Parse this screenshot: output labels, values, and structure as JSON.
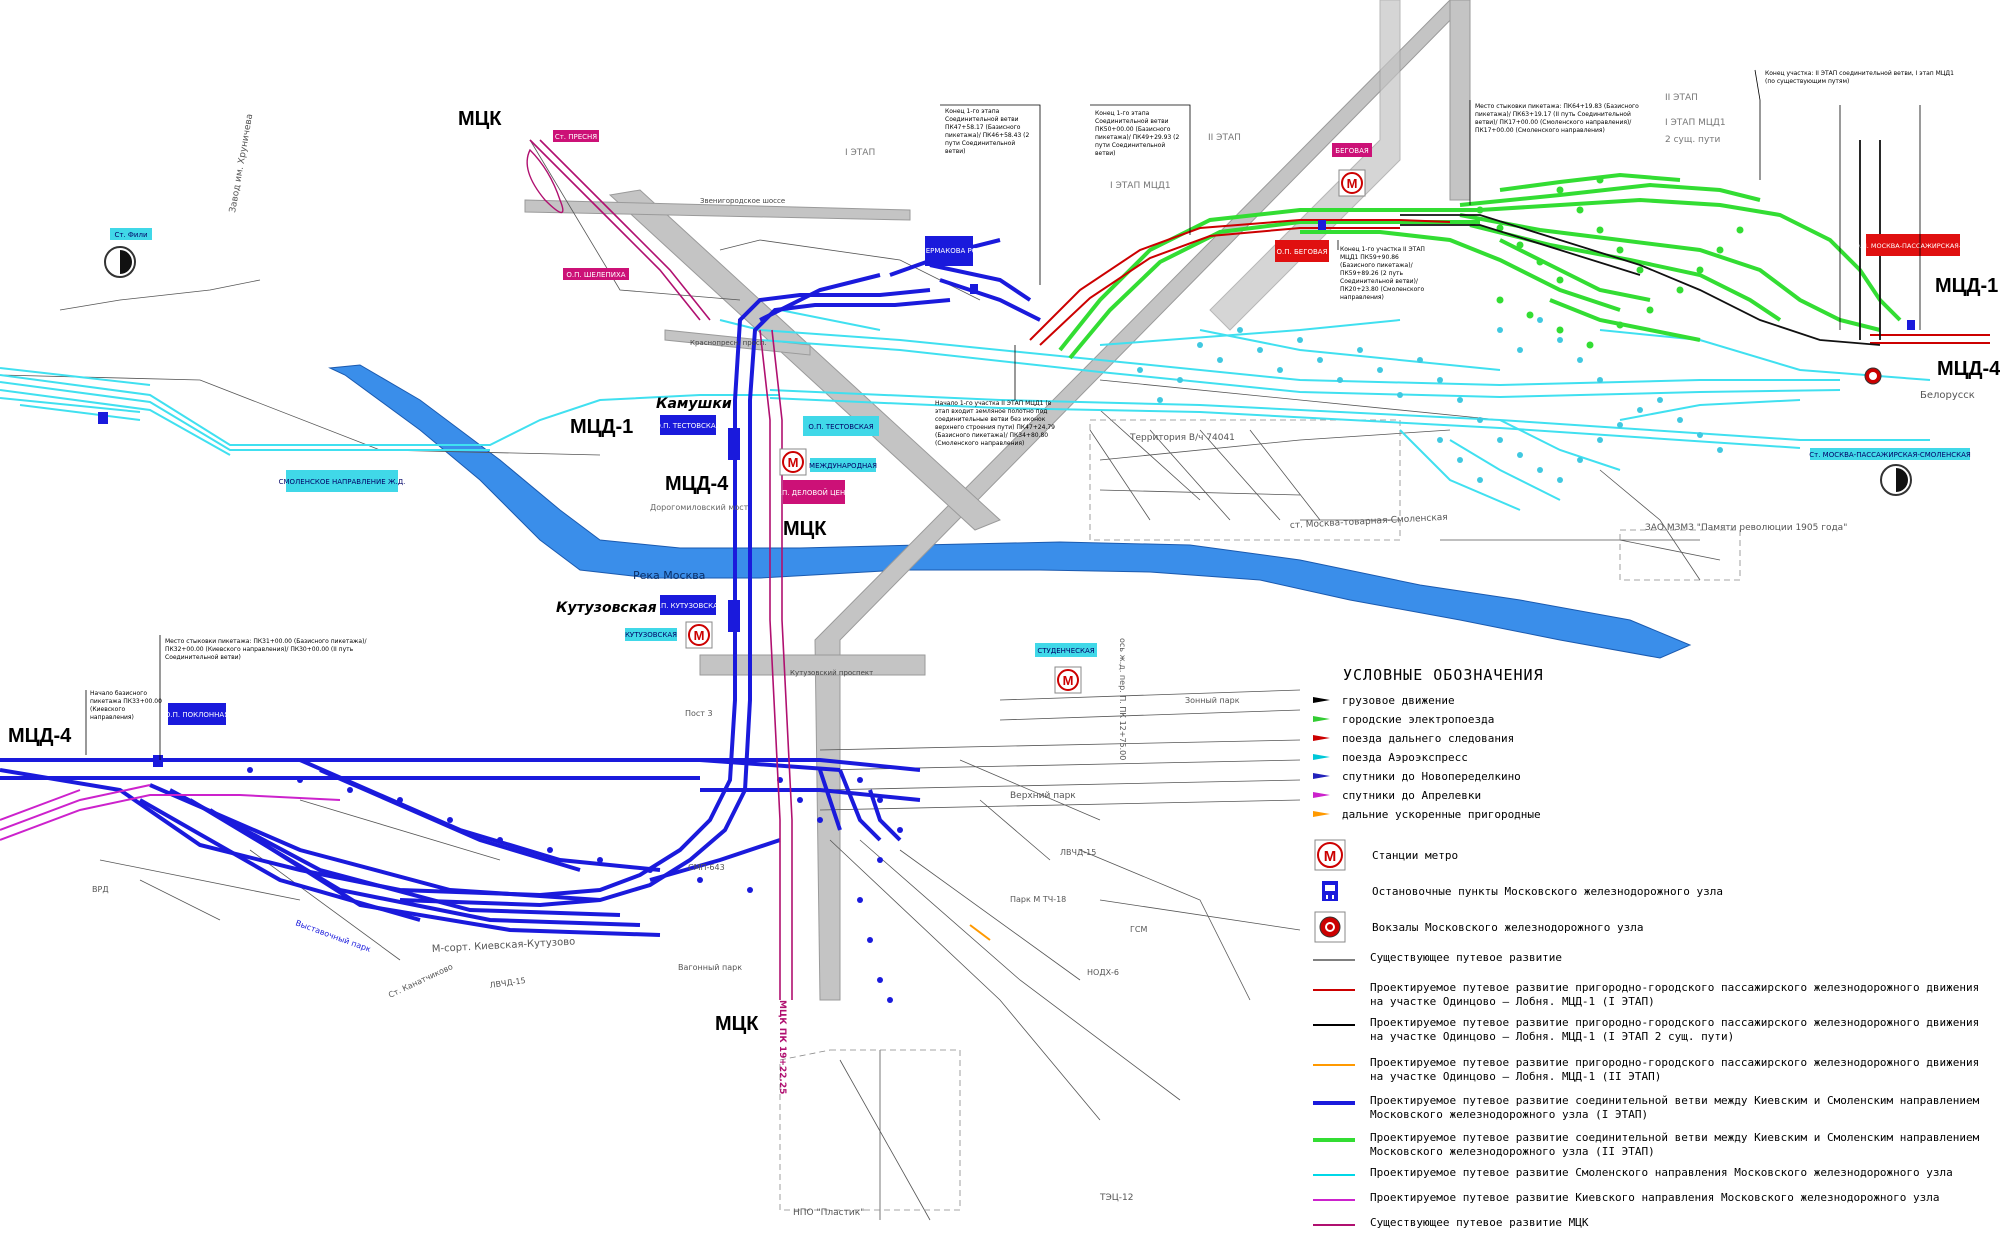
{
  "route_labels": {
    "mcd1_left": "МЦД-1",
    "mcd1_right": "МЦД-1",
    "mcd4_left": "МЦД-4",
    "mcd4_center": "МЦД-4",
    "mcd4_right": "МЦД-4",
    "mck_top": "МЦК",
    "mck_center": "МЦК",
    "mck_bottom": "МЦК"
  },
  "place_labels": {
    "kamushki": "Камушки",
    "kutuzovskaya": "Кутузовская",
    "reka": "Река Москва",
    "dorogomilovsky": "Дорогомиловский мост",
    "territoriya": "Территория В/ч 74041",
    "moskva_tovarnaya": "ст. Москва-товарная-Смоленская",
    "kievskaya_kutuzovo": "М-сорт. Киевская-Кутузово",
    "npo": "НПО \"Пластик\"",
    "tec": "ТЭЦ-12",
    "zmzm": "ЗАО МЗМЗ \"Памяти революции 1905 года\"",
    "belorusskaya": "Белорусск",
    "zavod": "Завод им. Хруничева",
    "mck_pk": "МЦК ПК 19+22.25",
    "etap1": "I ЭТАП",
    "etap2": "II ЭТАП",
    "etap1_mcd1": "I ЭТАП МЦД1",
    "etap2_top": "II ЭТАП",
    "etap1_top_right": "I ЭТАП МЦД1",
    "two_paths": "2 сущ. пути",
    "verkhniy_park": "Верхний парк",
    "zonnyy_park": "Зонный парк",
    "vagonnyy_park": "Вагонный парк",
    "lvchd15": "ЛВЧД-15",
    "lvchd15b": "ЛВЧД-15",
    "smp": "СМП-643",
    "nodkh": "НОДХ-6",
    "gsm": "ГСМ",
    "park_m": "Парк М ТЧ-18",
    "post": "Пост 3",
    "vrd": "ВРД",
    "vystavochnyy": "Выставочный парк",
    "kanatchikovo": "Ст. Канатчиково",
    "pk12": "ось ж.д. пер. П. ПК 12+75.00"
  },
  "stations": {
    "presnya": "Ст. ПРЕСНЯ",
    "shelepikha": "О.П. ШЕЛЕПИХА",
    "fili": "Ст. Фили",
    "smolenskoe": "СМОЛЕНСКОЕ НАПРАВЛЕНИЕ Ж.Д.",
    "ermakova": "О.П. ЕРМАКОВА РОЩА",
    "testovskaya": "О.П. ТЕСТОВСКАЯ",
    "mezhdunarodnaya": "МЕЖДУНАРОДНАЯ",
    "delovoy": "О.П. ДЕЛОВОЙ ЦЕНТР",
    "begovaya_m": "БЕГОВАЯ",
    "begovaya": "О.П. БЕГОВАЯ",
    "moskva_pass": "О.П. МОСКВА-ПАССАЖИРСКАЯ-СМ",
    "ms_pass_smol": "Ст. МОСКВА-ПАССАЖИРСКАЯ-СМОЛЕНСКАЯ",
    "kutuzovskaya": "КУТУЗОВСКАЯ",
    "studencheskaya": "СТУДЕНЧЕСКАЯ",
    "poklonnaya": "О.П. ПОКЛОННАЯ",
    "kamushki_op": "О.П. ТЕСТОВСКАЯ",
    "kutuz_op": "О.П. КУТУЗОВСКАЯ"
  },
  "notes": {
    "n1": "Конец 1-го этапа Соединительной ветви ПК47+58.17 (Базисного пикетажа)/ ПК46+58.43 (2 пути Соединительной ветви)",
    "n2": "Конец 1-го этапа Соединительной ветви ПК50+00.00 (Базисного пикетажа)/ ПК49+29.93 (2 пути Соединительной ветви)",
    "n3": "Место стыковки пикетажа: ПК64+19.83 (Базисного пикетажа)/ ПК63+19.17 (II путь Соединительной ветви)/ ПК17+00.00 (Смоленского направления)/ ПК17+00.00 (Смоленского направления)",
    "n4": "Конец участка: II ЭТАП соединительной ветви, I этап МЦД1 (по существующим путям)",
    "n5": "Начало 1-го участка II ЭТАП МЦД1 (в этап входит земляное полотно под соединительные ветви без иконок верхнего строения пути) ПК47+24.79 (Базисного пикетажа)/ ПК34+80.80 (Смоленского направления)",
    "n6": "Конец 1-го участка II ЭТАП МЦД1 ПК59+90.86 (Базисного пикетажа)/ ПК59+89.26 (2 путь Соединительной ветви)/ ПК20+23.80 (Смоленского направления)",
    "n7": "Место стыковки пикетажа: ПК31+00.00 (Базисного пикетажа)/ ПК32+00.00 (Киевского направления)/ ПК30+00.00 (II путь Соединительной ветви)",
    "n8": "Начало базисного пикетажа ПК33+00.00 (Киевского направления)"
  },
  "legend": {
    "title": "УСЛОВНЫЕ ОБОЗНАЧЕНИЯ",
    "arrows": [
      {
        "label": "грузовое движение",
        "color": "#000000"
      },
      {
        "label": "городские электропоезда",
        "color": "#33cc33"
      },
      {
        "label": "поезда дальнего следования",
        "color": "#cc0000"
      },
      {
        "label": "поезда Аэроэкспресс",
        "color": "#00c8d8"
      },
      {
        "label": "спутники до Новопеределкино",
        "color": "#2222bb"
      },
      {
        "label": "спутники до Апрелевки",
        "color": "#cc22cc"
      },
      {
        "label": "дальние ускоренные пригородные",
        "color": "#ff9900"
      }
    ],
    "symbols": [
      {
        "label": "Станции метро",
        "icon": "metro-icon"
      },
      {
        "label": "Остановочные пункты Московского железнодорожного узла",
        "icon": "stop-point-icon"
      },
      {
        "label": "Вокзалы Московского железнодорожного узла",
        "icon": "terminal-icon"
      }
    ],
    "lines": [
      {
        "label": "Существующее путевое развитие",
        "color": "#000000",
        "width": 1
      },
      {
        "label": "Проектируемое путевое развитие пригородно-городского пассажирского железнодорожного движения на участке Одинцово – Лобня. МЦД-1 (I ЭТАП)",
        "color": "#cc0000",
        "width": 2
      },
      {
        "label": "Проектируемое путевое развитие пригородно-городского пассажирского железнодорожного движения на участке Одинцово – Лобня. МЦД-1 (I ЭТАП 2 сущ. пути)",
        "color": "#000000",
        "width": 2
      },
      {
        "label": "Проектируемое путевое развитие пригородно-городского пассажирского железнодорожного движения на участке Одинцово – Лобня. МЦД-1 (II ЭТАП)",
        "color": "#ff9900",
        "width": 2
      },
      {
        "label": "Проектируемое путевое развитие соединительной ветви между Киевским и Смоленским направлением Московского железнодорожного узла (I ЭТАП)",
        "color": "#1a1adc",
        "width": 4
      },
      {
        "label": "Проектируемое путевое развитие соединительной ветви между Киевским и Смоленским направлением Московского железнодорожного узла (II ЭТАП)",
        "color": "#33dd33",
        "width": 4
      },
      {
        "label": "Проектируемое путевое развитие Смоленского направления Московского железнодорожного узла",
        "color": "#00d8e8",
        "width": 2
      },
      {
        "label": "Проектируемое путевое развитие Киевского направления Московского железнодорожного узла",
        "color": "#cc22cc",
        "width": 2
      },
      {
        "label": "Существующее путевое развитие МЦК",
        "color": "#b01070",
        "width": 2
      }
    ]
  },
  "colors": {
    "river": "#3a8eea",
    "roads": "#c8c8c8",
    "blue_line": "#1a1adc",
    "green_line": "#33dd33",
    "cyan_line": "#40e0f0",
    "red_line": "#cc0000",
    "magenta_line": "#cc22cc",
    "mck_line": "#b01070"
  }
}
